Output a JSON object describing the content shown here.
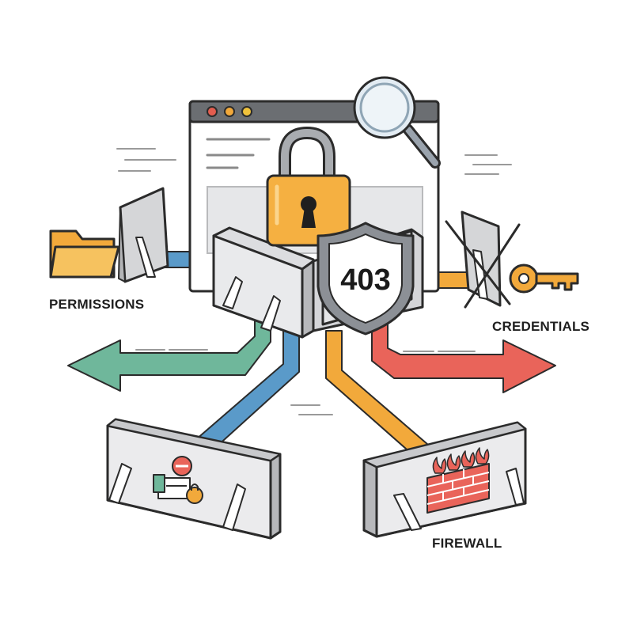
{
  "status_code": "403",
  "labels": {
    "permissions": "PERMISSIONS",
    "credentials": "CREDENTIALS",
    "firewall": "FIREWALL"
  },
  "colors": {
    "teal": "#6fb79b",
    "blue": "#5a9ac9",
    "orange": "#f2a93b",
    "red": "#e9645a",
    "padlock": "#f5b041",
    "browser_bar": "#6b6e72",
    "dot_red": "#e35d4f",
    "dot_orange": "#f2a93b",
    "dot_yellow": "#f0c23b"
  },
  "icons": [
    "folder-icon",
    "magnifier-icon",
    "padlock-icon",
    "shield-icon",
    "key-icon",
    "brick-wall-icon",
    "fire-icon"
  ]
}
